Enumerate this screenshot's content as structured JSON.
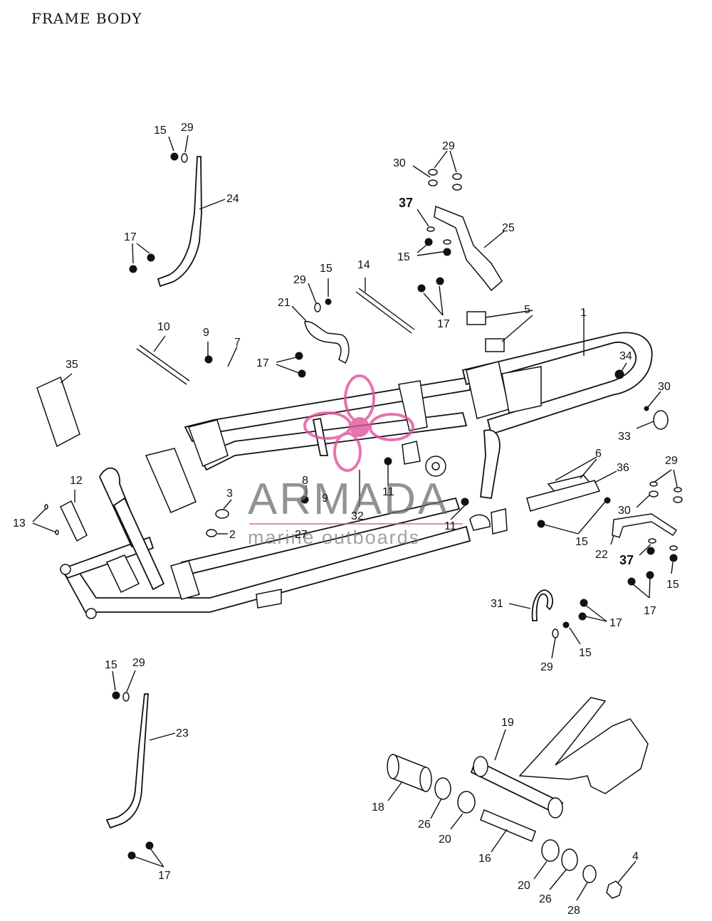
{
  "title": "FRAME BODY",
  "watermark": {
    "brand": "ARMADA",
    "tagline": "marine outboards",
    "color": "#e0529c"
  },
  "callouts": [
    {
      "id": "c1",
      "label": "1"
    },
    {
      "id": "c2",
      "label": "2"
    },
    {
      "id": "c3",
      "label": "3"
    },
    {
      "id": "c4",
      "label": "4"
    },
    {
      "id": "c5",
      "label": "5"
    },
    {
      "id": "c6",
      "label": "6"
    },
    {
      "id": "c7",
      "label": "7"
    },
    {
      "id": "c8",
      "label": "8"
    },
    {
      "id": "c9a",
      "label": "9"
    },
    {
      "id": "c9b",
      "label": "9"
    },
    {
      "id": "c10",
      "label": "10"
    },
    {
      "id": "c11a",
      "label": "11"
    },
    {
      "id": "c11b",
      "label": "11"
    },
    {
      "id": "c12",
      "label": "12"
    },
    {
      "id": "c13",
      "label": "13"
    },
    {
      "id": "c14",
      "label": "14"
    },
    {
      "id": "c15a",
      "label": "15"
    },
    {
      "id": "c15b",
      "label": "15"
    },
    {
      "id": "c15c",
      "label": "15"
    },
    {
      "id": "c15d",
      "label": "15"
    },
    {
      "id": "c15e",
      "label": "15"
    },
    {
      "id": "c15f",
      "label": "15"
    },
    {
      "id": "c15g",
      "label": "15"
    },
    {
      "id": "c16",
      "label": "16"
    },
    {
      "id": "c17a",
      "label": "17"
    },
    {
      "id": "c17b",
      "label": "17"
    },
    {
      "id": "c17c",
      "label": "17"
    },
    {
      "id": "c17d",
      "label": "17"
    },
    {
      "id": "c17e",
      "label": "17"
    },
    {
      "id": "c17f",
      "label": "17"
    },
    {
      "id": "c18",
      "label": "18"
    },
    {
      "id": "c19",
      "label": "19"
    },
    {
      "id": "c20a",
      "label": "20"
    },
    {
      "id": "c20b",
      "label": "20"
    },
    {
      "id": "c21",
      "label": "21"
    },
    {
      "id": "c22",
      "label": "22"
    },
    {
      "id": "c23",
      "label": "23"
    },
    {
      "id": "c24",
      "label": "24"
    },
    {
      "id": "c25",
      "label": "25"
    },
    {
      "id": "c26a",
      "label": "26"
    },
    {
      "id": "c26b",
      "label": "26"
    },
    {
      "id": "c27",
      "label": "27"
    },
    {
      "id": "c28",
      "label": "28"
    },
    {
      "id": "c29a",
      "label": "29"
    },
    {
      "id": "c29b",
      "label": "29"
    },
    {
      "id": "c29c",
      "label": "29"
    },
    {
      "id": "c29d",
      "label": "29"
    },
    {
      "id": "c29e",
      "label": "29"
    },
    {
      "id": "c29f",
      "label": "29"
    },
    {
      "id": "c30a",
      "label": "30"
    },
    {
      "id": "c30b",
      "label": "30"
    },
    {
      "id": "c30c",
      "label": "30"
    },
    {
      "id": "c31",
      "label": "31"
    },
    {
      "id": "c32",
      "label": "32"
    },
    {
      "id": "c33",
      "label": "33"
    },
    {
      "id": "c34",
      "label": "34"
    },
    {
      "id": "c35",
      "label": "35"
    },
    {
      "id": "c36",
      "label": "36"
    },
    {
      "id": "c37a",
      "label": "37"
    },
    {
      "id": "c37b",
      "label": "37"
    }
  ]
}
